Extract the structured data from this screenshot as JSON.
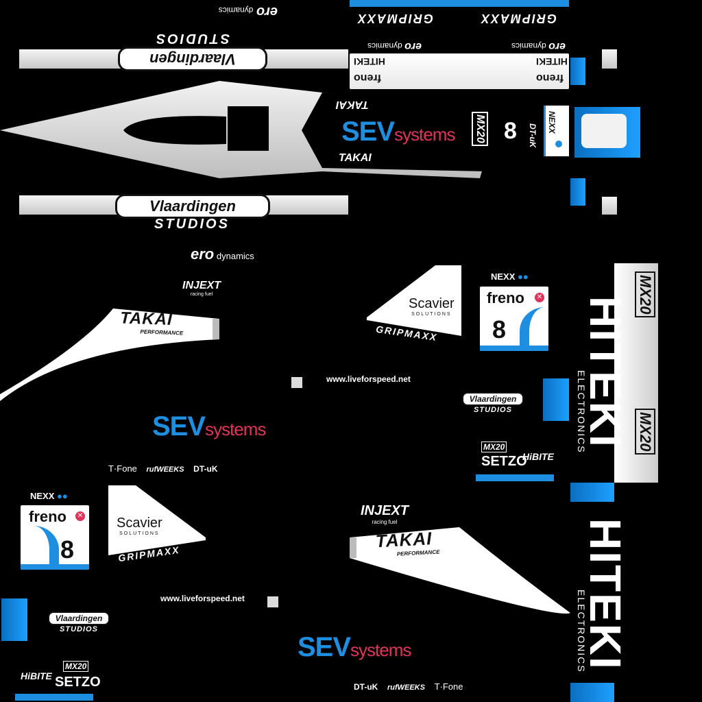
{
  "brands": {
    "ero": "ero",
    "ero_dyn": "dynamics",
    "studio_name": "Vlaardingen",
    "studio_sub": "STUDIOS",
    "gripmaxx": "GRIPMAXX",
    "hiteki_small": "HITEKI",
    "hiteki_small_sub": "ELECTRONICS",
    "freno": "freno",
    "sev_s": "SEV",
    "sev_rest": "systems",
    "takai": "TAKAI",
    "takai_sub": "PERFORMANCE",
    "mx20": "MX20",
    "nexx": "NEXX",
    "dtuk": "DT-uK",
    "number": "8",
    "injext": "INJEXT",
    "injext_sub": "racing fuel",
    "scavier": "Scavier",
    "scavier_sub": "SOLUTIONS",
    "website": "www.liveforspeed.net",
    "setzo": "SETZO",
    "hibite": "HiBITE",
    "tfone": "T·Fone",
    "rufweeks": "rufWEEKS",
    "hiteki_big": "HITEKI",
    "electronics": "ELECTRONICS"
  },
  "colors": {
    "blue": "#1e8fe0",
    "red": "#e0335a",
    "white": "#ffffff",
    "black": "#000000"
  }
}
